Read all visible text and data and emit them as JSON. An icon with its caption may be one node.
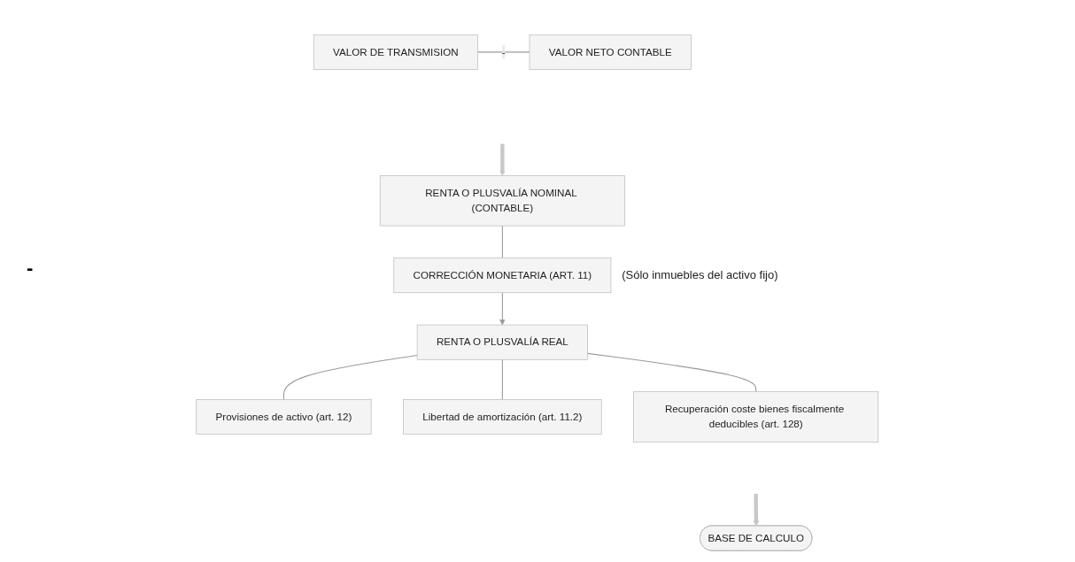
{
  "diagram": {
    "nodes": [
      {
        "text": [
          "VALOR DE TRANSMISION"
        ]
      },
      {
        "text": [
          "VALOR NETO CONTABLE"
        ]
      },
      {
        "text": [
          "RENTA O PLUSVALÍA NOMINAL (CONTABLE)"
        ]
      },
      {
        "text": [
          "CORRECCIÓN MONETARIA (ART. 11)"
        ],
        "beside": [
          "(Sólo inmuebles del activo fijo)"
        ]
      },
      {
        "text": [
          "RENTA O PLUSVALÍA REAL"
        ]
      },
      {
        "text": [
          "Provisiones de activo (art. 12)"
        ]
      },
      {
        "text": [
          "Libertad de amortización (art. 11.2)"
        ]
      },
      {
        "text": [
          "Recuperación coste bienes fiscalmente deducibles (art. 128)"
        ]
      },
      {
        "text": [
          "BASE DE CALCULO"
        ]
      }
    ],
    "edges": [
      {
        "from": 0,
        "to": 1,
        "arrow": "none",
        "label": "-"
      },
      {
        "from": null,
        "to": 2,
        "arrow": "to",
        "style": "thick",
        "color": "#c8c8c8"
      },
      {
        "from": 2,
        "to": 3,
        "arrow": "none"
      },
      {
        "from": 3,
        "to": 4,
        "arrow": "to"
      },
      {
        "from": 4,
        "to": 5,
        "arrow": "none"
      },
      {
        "from": 4,
        "to": 6,
        "arrow": "none"
      },
      {
        "from": 4,
        "to": 7,
        "arrow": "none"
      },
      {
        "from": null,
        "to": 8,
        "arrow": "to",
        "style": "thick",
        "color": "#c8c8c8"
      }
    ],
    "labels": [
      "-"
    ]
  }
}
